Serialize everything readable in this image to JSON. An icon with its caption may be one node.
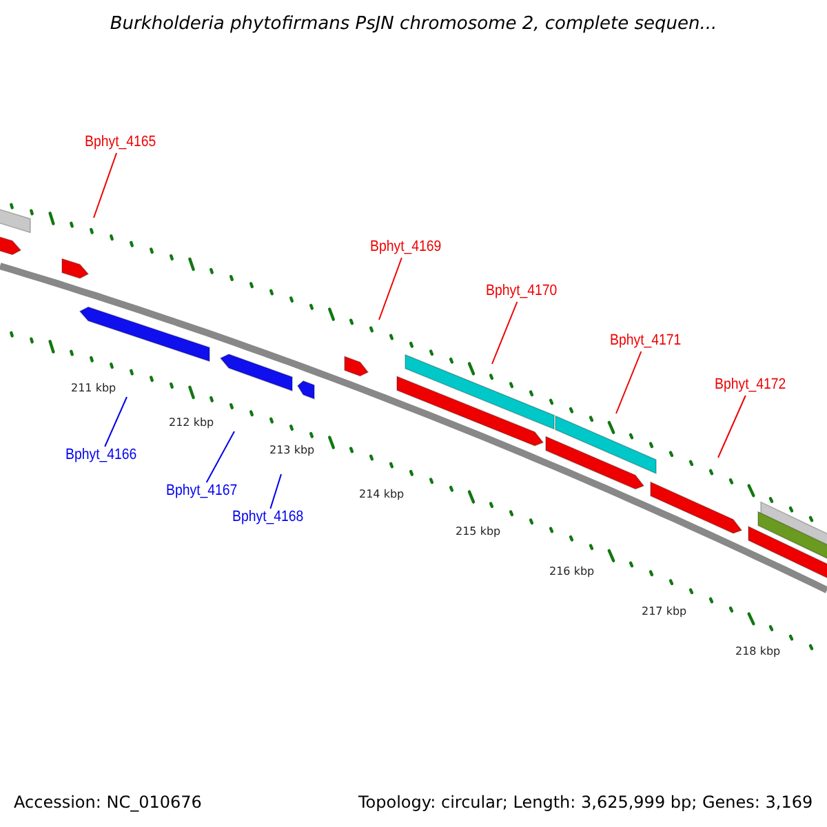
{
  "diagram": {
    "title": "Burkholderia phytofirmans PsJN chromosome 2, complete sequen...",
    "nodes": [
      {
        "text": [
          "Bphyt_4165"
        ]
      },
      {
        "text": [
          "Bphyt_4166"
        ]
      },
      {
        "text": [
          "Bphyt_4167"
        ]
      },
      {
        "text": [
          "Bphyt_4168"
        ]
      },
      {
        "text": [
          "Bphyt_4169"
        ]
      },
      {
        "text": [
          "Bphyt_4170"
        ]
      },
      {
        "text": [
          "Bphyt_4171"
        ]
      },
      {
        "text": [
          "Bphyt_4172"
        ]
      }
    ],
    "edges": [
      {
        "from": 0,
        "to": null,
        "arrow": "none"
      },
      {
        "from": 1,
        "to": null,
        "arrow": "none",
        "color": "#0000ee"
      },
      {
        "from": 2,
        "to": null,
        "arrow": "none",
        "color": "#0000ee"
      },
      {
        "from": 3,
        "to": null,
        "arrow": "none",
        "color": "#0000ee"
      },
      {
        "from": 4,
        "to": null,
        "arrow": "none"
      },
      {
        "from": 5,
        "to": null,
        "arrow": "none"
      },
      {
        "from": 6,
        "to": null,
        "arrow": "none"
      },
      {
        "from": 7,
        "to": null,
        "arrow": "none"
      }
    ],
    "labels": [
      "211 kbp",
      "212 kbp",
      "213 kbp",
      "214 kbp",
      "215 kbp",
      "216 kbp",
      "217 kbp",
      "218 kbp",
      "Accession: NC_010676",
      "Topology: circular; Length: 3,625,999 bp; Genes: 3,169"
    ]
  }
}
